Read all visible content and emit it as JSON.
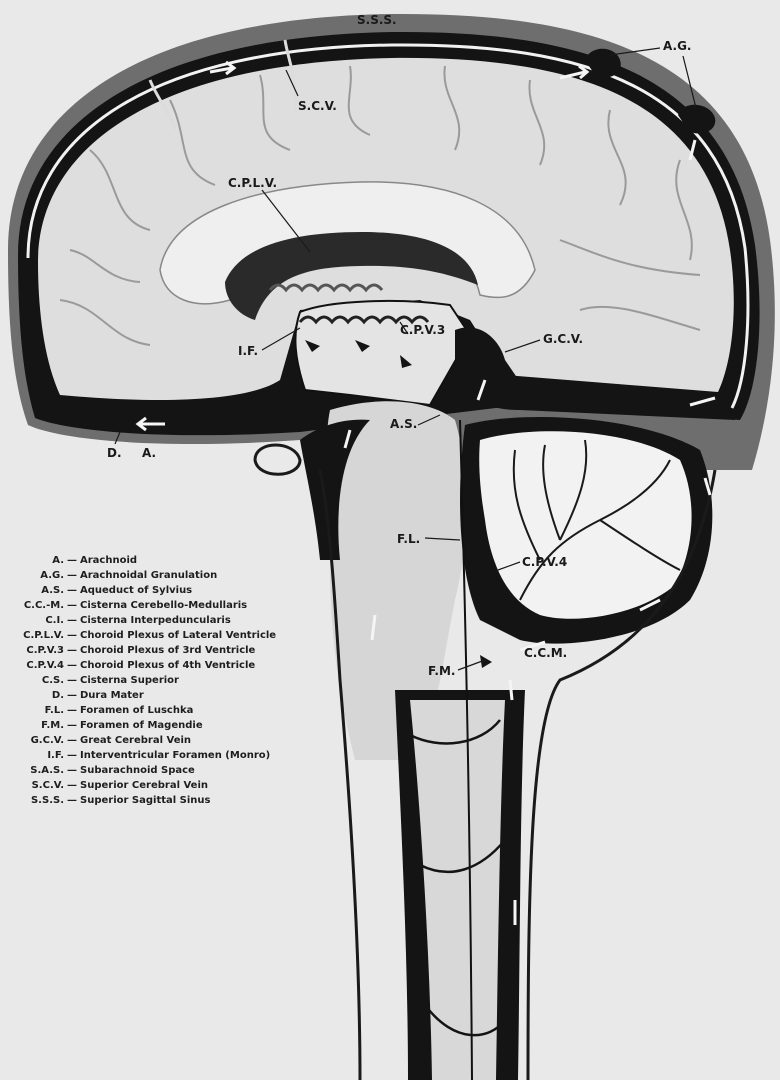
{
  "labels": {
    "sss": "S.S.S.",
    "ag": "A.G.",
    "scv": "S.C.V.",
    "cplv": "C.P.L.V.",
    "if": "I.F.",
    "cpv3": "C.P.V.3",
    "gcv": "G.C.V.",
    "as": "A.S.",
    "d": "D.",
    "a": "A.",
    "fl": "F.L.",
    "cpv4": "C.P.V.4",
    "fm": "F.M.",
    "ccm": "C.C.M."
  },
  "legend": [
    {
      "abbr": "A.",
      "desc": "Arachnoid"
    },
    {
      "abbr": "A.G.",
      "desc": "Arachnoidal Granulation"
    },
    {
      "abbr": "A.S.",
      "desc": "Aqueduct of Sylvius"
    },
    {
      "abbr": "C.C.-M.",
      "desc": "Cisterna Cerebello-Medullaris"
    },
    {
      "abbr": "C.I.",
      "desc": "Cisterna Interpeduncularis"
    },
    {
      "abbr": "C.P.L.V.",
      "desc": "Choroid Plexus of Lateral Ventricle"
    },
    {
      "abbr": "C.P.V.3",
      "desc": "Choroid Plexus of 3rd Ventricle"
    },
    {
      "abbr": "C.P.V.4",
      "desc": "Choroid Plexus of 4th Ventricle"
    },
    {
      "abbr": "C.S.",
      "desc": "Cisterna Superior"
    },
    {
      "abbr": "D.",
      "desc": "Dura Mater"
    },
    {
      "abbr": "F.L.",
      "desc": "Foramen of Luschka"
    },
    {
      "abbr": "F.M.",
      "desc": "Foramen of Magendie"
    },
    {
      "abbr": "G.C.V.",
      "desc": "Great Cerebral Vein"
    },
    {
      "abbr": "I.F.",
      "desc": "Interventricular Foramen (Monro)"
    },
    {
      "abbr": "S.A.S.",
      "desc": "Subarachnoid Space"
    },
    {
      "abbr": "S.C.V.",
      "desc": "Superior Cerebral Vein"
    },
    {
      "abbr": "S.S.S.",
      "desc": "Superior Sagittal Sinus"
    }
  ],
  "colors": {
    "background": "#e9e9e9",
    "dura": "#6e6e6e",
    "csf_space": "#141414",
    "membrane": "#f2f2f2",
    "brain": "#dedede",
    "ventricle": "#cfcfcf"
  }
}
